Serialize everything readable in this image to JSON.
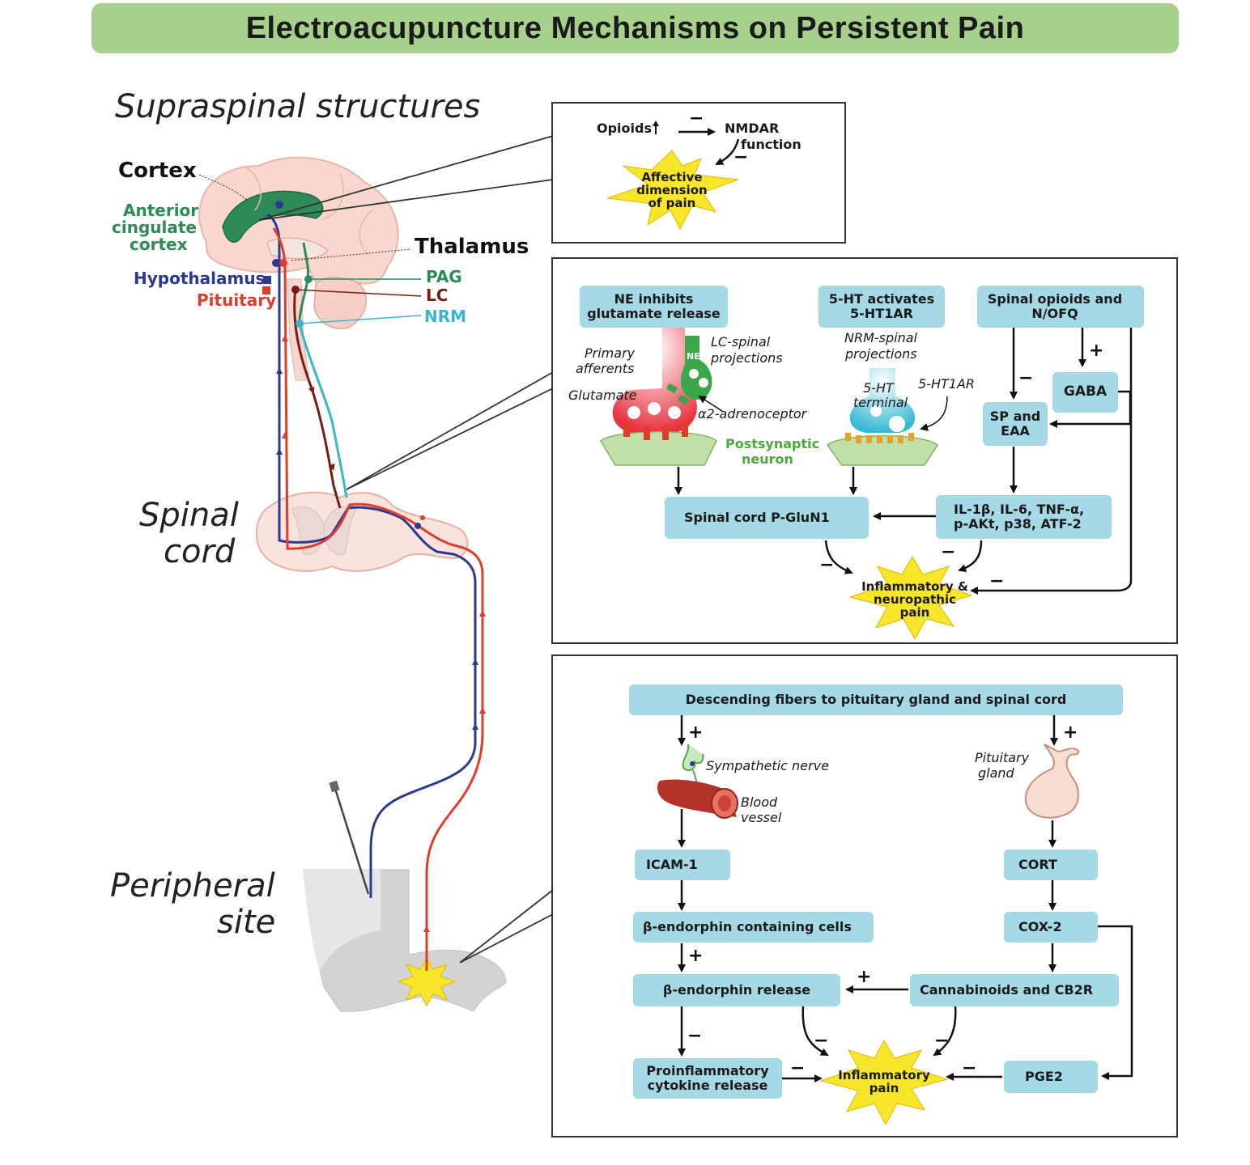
{
  "title": "Electroacupuncture Mechanisms on Persistent Pain",
  "regions": {
    "supraspinal": "Supraspinal structures",
    "spinal_line1": "Spinal",
    "spinal_line2": "cord",
    "peripheral_line1": "Peripheral",
    "peripheral_line2": "site"
  },
  "brain_labels": {
    "cortex": "Cortex",
    "acc_line1": "Anterior",
    "acc_line2": "cingulate",
    "acc_line3": "cortex",
    "thalamus": "Thalamus",
    "hypothalamus": "Hypothalamus",
    "pituitary": "Pituitary",
    "pag": "PAG",
    "lc": "LC",
    "nrm": "NRM"
  },
  "colors": {
    "banner": "#a8d08d",
    "box": "#a6d9e6",
    "acc_green": "#2e8b57",
    "hypothalamus_blue": "#2b3a8f",
    "pituitary_red": "#e03c2e",
    "lc_brown": "#7a1c12",
    "nrm_cyan": "#3bb5cf",
    "pain_star": "#f7e62a"
  },
  "panel_top": {
    "opioids": "Opioids",
    "nmdar_line1": "NMDAR",
    "nmdar_line2": "function",
    "minus1": "−",
    "minus2": "−",
    "star_line1": "Affective",
    "star_line2": "dimension",
    "star_line3": "of pain"
  },
  "panel_mid": {
    "ne_box": "NE inhibits glutamate release",
    "ht_box": "5-HT activates 5-HT1AR",
    "opioid_box": "Spinal opioids and N/OFQ",
    "primary_afferents_l1": "Primary",
    "primary_afferents_l2": "afferents",
    "glutamate": "Glutamate",
    "lc_spinal_l1": "LC-spinal",
    "lc_spinal_l2": "projections",
    "ne_tag": "NE",
    "alpha2": "α2-adrenoceptor",
    "postsyn_l1": "Postsynaptic",
    "postsyn_l2": "neuron",
    "nrm_spinal_l1": "NRM-spinal",
    "nrm_spinal_l2": "projections",
    "ht_terminal_l1": "5-HT",
    "ht_terminal_l2": "terminal",
    "ht1ar": "5-HT1AR",
    "gaba": "GABA",
    "sp_eaa": "SP and EAA",
    "glun1": "Spinal cord P-GluN1",
    "cytokines_l1": "IL-1β, IL-6, TNF-α,",
    "cytokines_l2": "p-AKt, p38, ATF-2",
    "plus": "+",
    "minus": "−",
    "star_line1": "Inflammatory &",
    "star_line2": "neuropathic",
    "star_line3": "pain"
  },
  "panel_bottom": {
    "descending": "Descending fibers to pituitary gland and spinal cord",
    "sympathetic": "Sympathetic nerve",
    "blood_l1": "Blood",
    "blood_l2": "vessel",
    "pituitary_l1": "Pituitary",
    "pituitary_l2": "gland",
    "icam": "ICAM-1",
    "cort": "CORT",
    "bendo_cells": "β-endorphin containing cells",
    "cox2": "COX-2",
    "bendo_release": "β-endorphin release",
    "cannabinoids": "Cannabinoids and CB2R",
    "proinflam_l1": "Proinflammatory",
    "proinflam_l2": "cytokine release",
    "pge2": "PGE2",
    "plus": "+",
    "minus": "−",
    "star_line1": "Inflammatory",
    "star_line2": "pain"
  }
}
